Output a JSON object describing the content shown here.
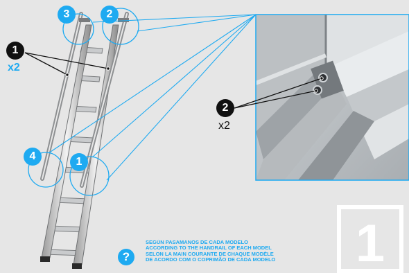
{
  "callouts": [
    {
      "id": "callout-3",
      "label": "3",
      "style": "blue"
    },
    {
      "id": "callout-2-top",
      "label": "2",
      "style": "blue"
    },
    {
      "id": "callout-1-main",
      "label": "1",
      "style": "black"
    },
    {
      "id": "callout-2-detail",
      "label": "2",
      "style": "black"
    },
    {
      "id": "callout-4",
      "label": "4",
      "style": "blue"
    },
    {
      "id": "callout-1-lower",
      "label": "1",
      "style": "blue"
    }
  ],
  "quantities": {
    "part1": "x2",
    "part2": "x2"
  },
  "note": {
    "icon": "question-icon",
    "icon_glyph": "?",
    "lines": [
      "SEGÚN PASAMANOS DE CADA MODELO",
      "ACCORDING TO THE HANDRAIL OF EACH MODEL",
      "SELON LA MAIN COURANTE DE CHAQUE MODÈLE",
      "DE ACORDO COM O COPRIMÃO DE CADA MODELO"
    ]
  },
  "step_number": "1",
  "colors": {
    "accent_blue": "#1eaaf1",
    "badge_black": "#111111",
    "background": "#e6e6e6"
  }
}
